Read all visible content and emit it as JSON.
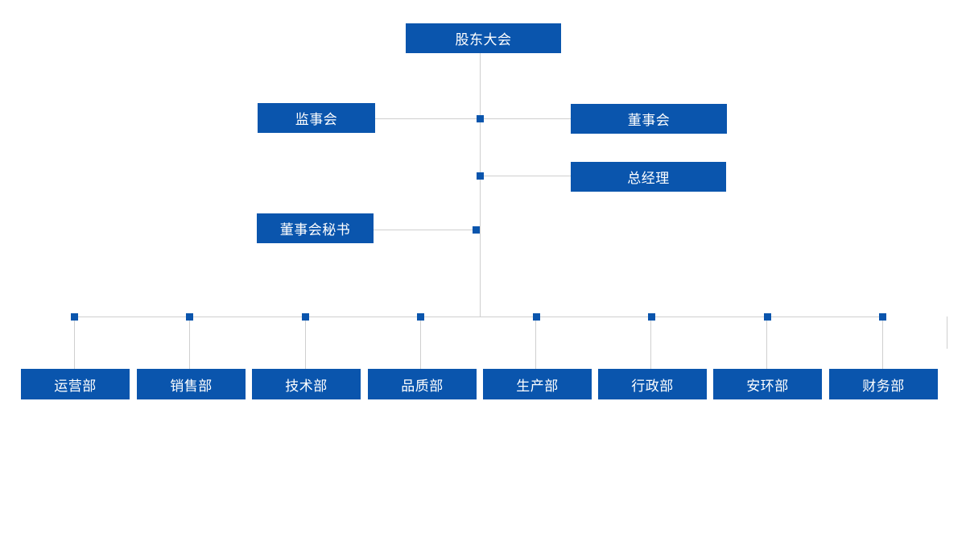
{
  "colors": {
    "box_fill": "#0a55ad",
    "box_text": "#ffffff",
    "connector_line": "#cfcfcf"
  },
  "org": {
    "top": "股东大会",
    "supervisory_board": "监事会",
    "board_of_directors": "董事会",
    "general_manager": "总经理",
    "board_secretary": "董事会秘书",
    "departments": [
      "运营部",
      "销售部",
      "技术部",
      "品质部",
      "生产部",
      "行政部",
      "安环部",
      "财务部"
    ]
  }
}
